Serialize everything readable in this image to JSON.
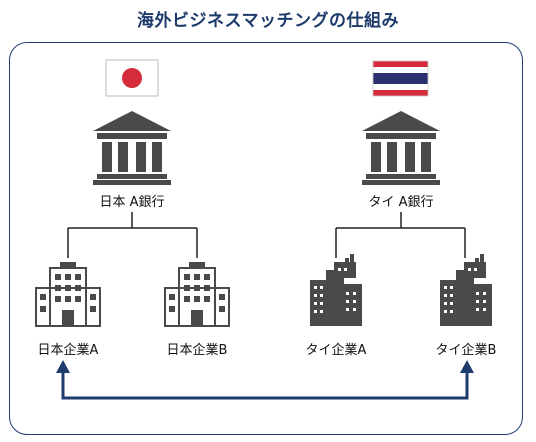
{
  "title": "海外ビジネスマッチングの仕組み",
  "banks": {
    "japan": {
      "label": "日本 A銀行",
      "flag_icon": "japan-flag-icon"
    },
    "thailand": {
      "label": "タイ A銀行",
      "flag_icon": "thailand-flag-icon"
    }
  },
  "companies": {
    "japan_a": "日本企業A",
    "japan_b": "日本企業B",
    "thai_a": "タイ企業A",
    "thai_b": "タイ企業B"
  },
  "colors": {
    "title": "#1c3a6b",
    "frame": "#1f3c6e",
    "icon": "#4a4a4a",
    "arrow": "#1f3c6e",
    "flag_red": "#d52b3a",
    "thai_blue": "#2a2f6e"
  }
}
